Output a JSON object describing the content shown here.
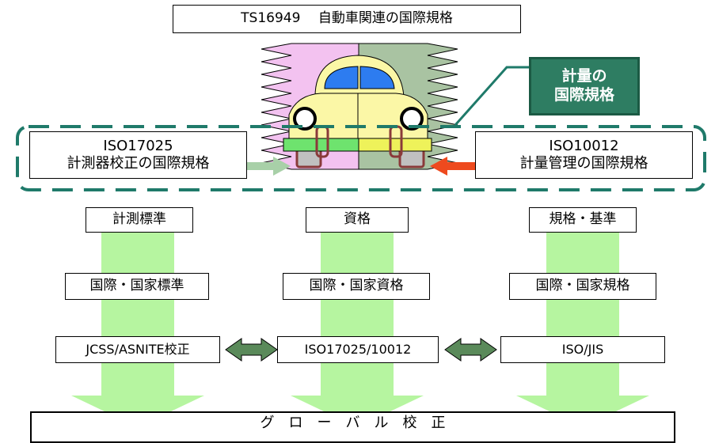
{
  "top_title": "TS16949　 自動車関連の国際規格",
  "metrology_label": {
    "line1": "計量の",
    "line2": "国際規格"
  },
  "left_box": {
    "line1": "ISO17025",
    "line2": "計測器校正の国際規格"
  },
  "right_box": {
    "line1": "ISO10012",
    "line2": "計量管理の国際規格"
  },
  "columns": [
    {
      "header": "計測標準",
      "mid": "国際・国家標準",
      "bottom": "JCSS/ASNITE校正"
    },
    {
      "header": "資格",
      "mid": "国際・国家資格",
      "bottom": "ISO17025/10012"
    },
    {
      "header": "規格・基準",
      "mid": "国際・国家規格",
      "bottom": "ISO/JIS"
    }
  ],
  "footer": "グ　ロ　ー　バ　ル　校　正",
  "colors": {
    "teal": "#1f7a6a",
    "label_fill": "#2e7d62",
    "green_arrow": "#b6f5a0",
    "dark_green_arrow": "#5a8a5a",
    "pink_bg": "#f3c2f0",
    "sage_bg": "#a9c3a2",
    "car_body": "#fbf7a6",
    "window": "#2d7cf0",
    "bumper_left": "#6ee36e",
    "bumper_right": "#eef25a",
    "bracket": "#8a3a3a",
    "left_arrow": "#a8d0a8",
    "right_arrow": "#ee4a1e"
  },
  "icons": [
    "car-icon",
    "double-arrow-icon",
    "down-arrow-icon"
  ]
}
